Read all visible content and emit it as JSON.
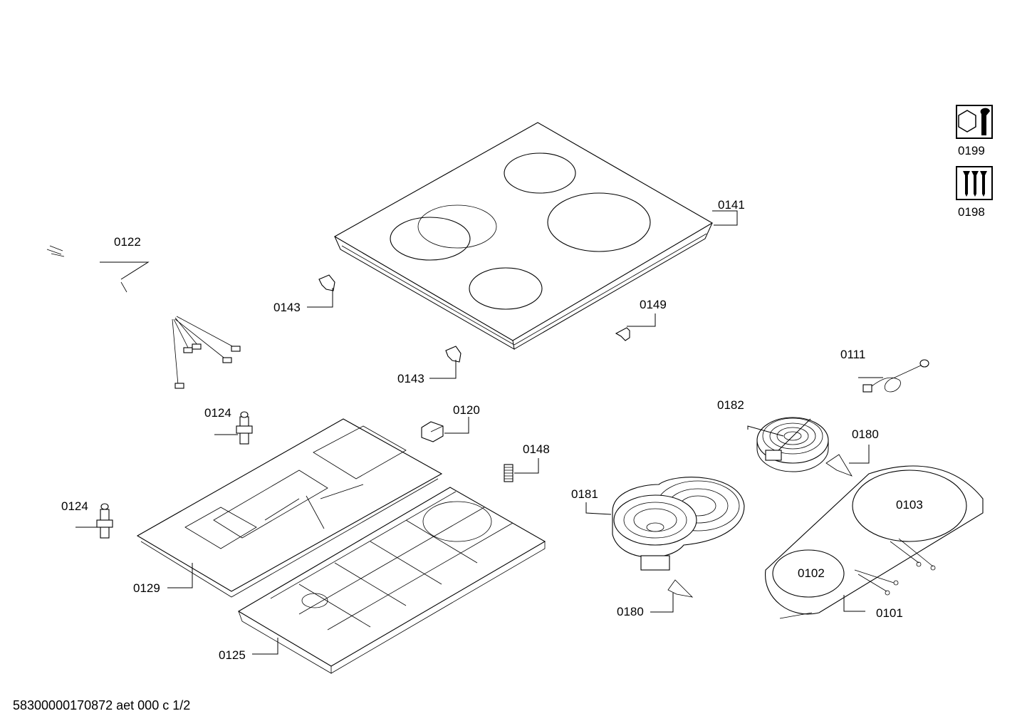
{
  "labels": {
    "p0122": "0122",
    "p0141": "0141",
    "p0143a": "0143",
    "p0143b": "0143",
    "p0149": "0149",
    "p0199": "0199",
    "p0198": "0198",
    "p0111": "0111",
    "p0182": "0182",
    "p0180a": "0180",
    "p0180b": "0180",
    "p0124a": "0124",
    "p0124b": "0124",
    "p0120": "0120",
    "p0148": "0148",
    "p0181": "0181",
    "p0103": "0103",
    "p0102": "0102",
    "p0101": "0101",
    "p0129": "0129",
    "p0125": "0125"
  },
  "footer": "58300000170872 aet 000 c 1/2",
  "icons": [
    "wrench-hex-icon",
    "screws-icon"
  ]
}
